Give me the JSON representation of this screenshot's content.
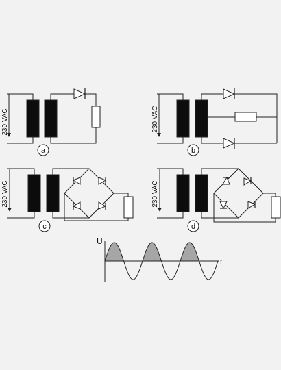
{
  "circuits": {
    "a": {
      "tag": "a",
      "voltage": "230 VAC"
    },
    "b": {
      "tag": "b",
      "voltage": "230 VAC"
    },
    "c": {
      "tag": "c",
      "voltage": "230 VAC"
    },
    "d": {
      "tag": "d",
      "voltage": "230 VAC"
    }
  },
  "waveform": {
    "ylabel": "U",
    "xlabel": "t",
    "cycles": 3,
    "shaded": "positive half-waves"
  },
  "colors": {
    "background": "#f2f2f2",
    "line": "#222222",
    "core": "#0c0c0c",
    "shade": "#a6a6a6"
  },
  "icons": [
    "transformer-icon",
    "diode-icon",
    "resistor-icon",
    "arrow-down-icon"
  ]
}
